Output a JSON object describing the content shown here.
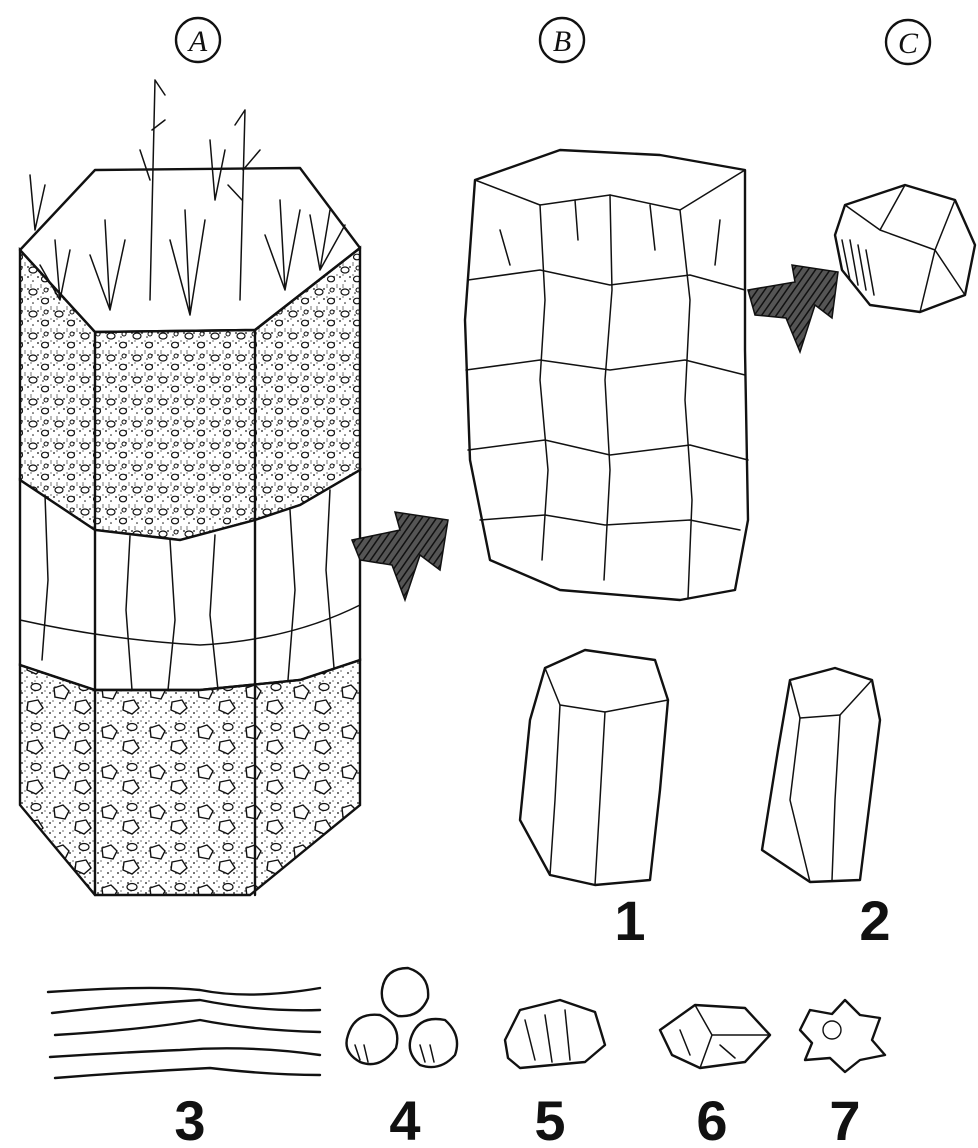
{
  "panels": {
    "a": "A",
    "b": "B",
    "c": "C"
  },
  "numbers": {
    "n1": "1",
    "n2": "2",
    "n3": "3",
    "n4": "4",
    "n5": "5",
    "n6": "6",
    "n7": "7"
  }
}
